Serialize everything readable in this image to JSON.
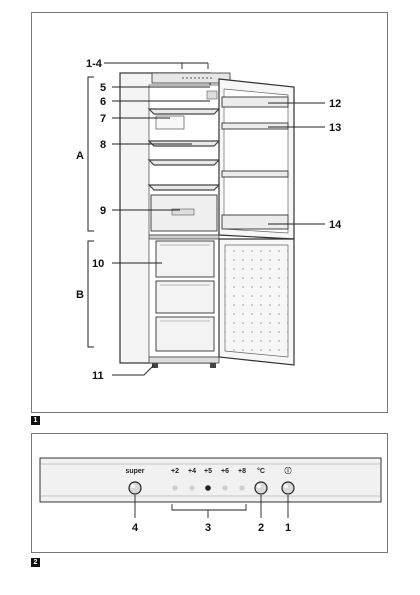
{
  "figure1": {
    "number": "1",
    "callouts": [
      "1-4",
      "5",
      "6",
      "7",
      "8",
      "9",
      "10",
      "11",
      "12",
      "13",
      "14"
    ],
    "sections": [
      "A",
      "B"
    ]
  },
  "figure2": {
    "number": "2",
    "panel_labels": {
      "super": "super",
      "temps": [
        "+2",
        "+4",
        "+5",
        "+6",
        "+8"
      ],
      "unit": "°C",
      "power": "ⓘ"
    },
    "callouts": [
      "4",
      "3",
      "2",
      "1"
    ],
    "active_temperature": "+5"
  }
}
